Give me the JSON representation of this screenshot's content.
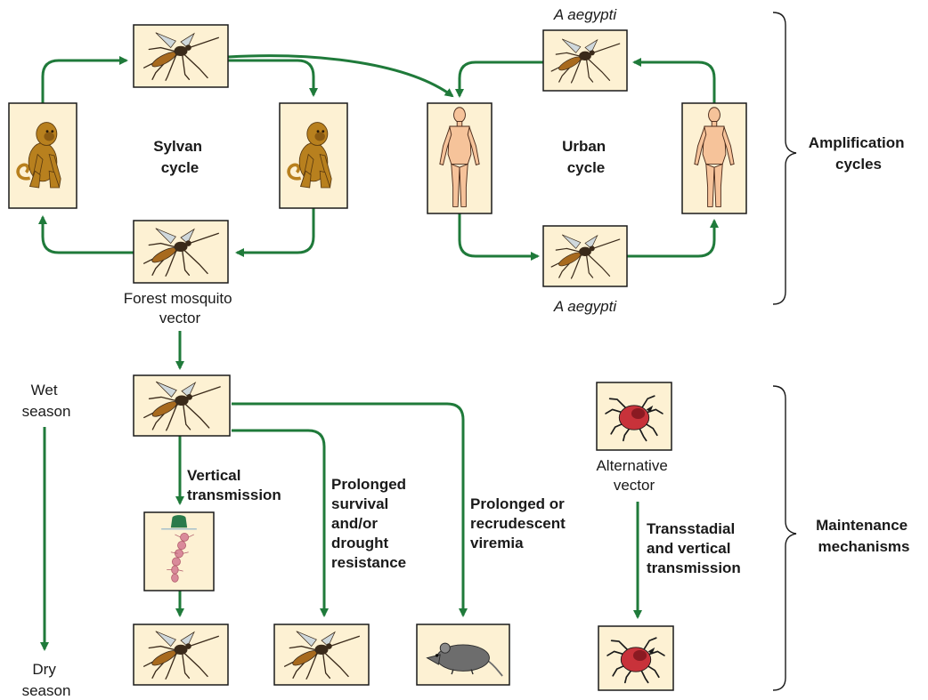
{
  "labels": {
    "sylvan_cycle": [
      "Sylvan",
      "cycle"
    ],
    "urban_cycle": [
      "Urban",
      "cycle"
    ],
    "aegypti_top": "A aegypti",
    "aegypti_bottom": "A aegypti",
    "forest_vector": [
      "Forest mosquito",
      "vector"
    ],
    "amplification": [
      "Amplification",
      "cycles"
    ],
    "maintenance": [
      "Maintenance",
      "mechanisms"
    ],
    "wet_season": [
      "Wet",
      "season"
    ],
    "dry_season": [
      "Dry",
      "season"
    ],
    "vertical_transmission": [
      "Vertical",
      "transmission"
    ],
    "prolonged_survival": [
      "Prolonged",
      "survival",
      "and/or",
      "drought",
      "resistance"
    ],
    "prolonged_viremia": [
      "Prolonged or",
      "recrudescent",
      "viremia"
    ],
    "alternative_vector": [
      "Alternative",
      "vector"
    ],
    "transstadial": [
      "Transstadial",
      "and vertical",
      "transmission"
    ]
  },
  "colors": {
    "arrow": "#1f7a3a",
    "box_fill": "#fdf1d3",
    "monkey": "#b8801e",
    "human": "#f6c39a",
    "mosquito": "#3a2a1a",
    "tick": "#c8323a",
    "rodent": "#6d6d6d",
    "larva": "#d98a9a"
  },
  "icons": {
    "mosquito": "mosquito-icon",
    "monkey": "monkey-icon",
    "human": "human-icon",
    "tick": "tick-icon",
    "rodent": "rodent-icon",
    "larva": "larva-icon"
  }
}
